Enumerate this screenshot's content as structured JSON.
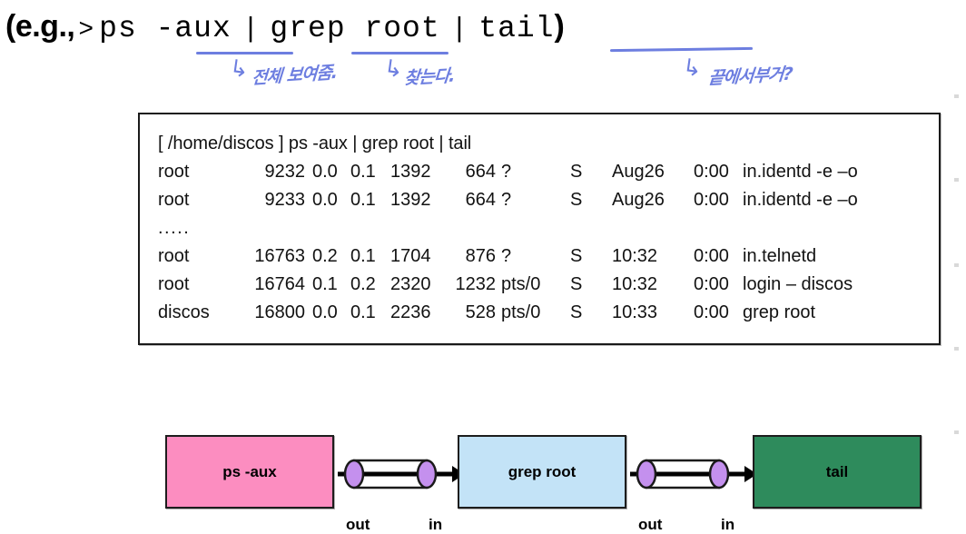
{
  "heading": {
    "prefix": "(e.g.,",
    "prompt": ">",
    "cmd1": "ps",
    "cmd1_arg": "-aux",
    "pipe1": "|",
    "cmd2": "grep",
    "cmd2_arg": "root",
    "pipe2": "|",
    "cmd3": "tail",
    "suffix": ")"
  },
  "annotations": {
    "pen_color": "#6d7ee0",
    "arrow_glyph": "↳",
    "note1": "전체 보여줌.",
    "note2": "찾는다.",
    "note3": "끝에서부거?"
  },
  "terminal": {
    "prompt_line": "[ /home/discos ] ps -aux | grep root | tail",
    "ellipsis": ".....",
    "rows": [
      {
        "user": "root",
        "pid": "9232",
        "cpu": "0.0",
        "mem": "0.1",
        "vsz": "1392",
        "rss": "664",
        "tty": "?",
        "stat": "S",
        "start": "Aug26",
        "time": "0:00",
        "command": "in.identd -e –o"
      },
      {
        "user": "root",
        "pid": "9233",
        "cpu": "0.0",
        "mem": "0.1",
        "vsz": "1392",
        "rss": "664",
        "tty": "?",
        "stat": "S",
        "start": "Aug26",
        "time": "0:00",
        "command": "in.identd -e –o"
      },
      {
        "user": "root",
        "pid": "16763",
        "cpu": "0.2",
        "mem": "0.1",
        "vsz": "1704",
        "rss": "876",
        "tty": "?",
        "stat": "S",
        "start": "10:32",
        "time": "0:00",
        "command": "in.telnetd"
      },
      {
        "user": "root",
        "pid": "16764",
        "cpu": "0.1",
        "mem": "0.2",
        "vsz": "2320",
        "rss": "1232",
        "tty": "pts/0",
        "stat": "S",
        "start": "10:32",
        "time": "0:00",
        "command": "login – discos"
      },
      {
        "user": "discos",
        "pid": "16800",
        "cpu": "0.0",
        "mem": "0.1",
        "vsz": "2236",
        "rss": "528",
        "tty": "pts/0",
        "stat": "S",
        "start": "10:33",
        "time": "0:00",
        "command": "grep root"
      }
    ]
  },
  "pipeline": {
    "boxes": [
      {
        "label": "ps -aux",
        "color": "#fc8dc0"
      },
      {
        "label": "grep root",
        "color": "#c3e3f7"
      },
      {
        "label": "tail",
        "color": "#2e8b5c"
      }
    ],
    "pipe_color": "#c490ee",
    "io_labels": {
      "out": "out",
      "in": "in"
    }
  }
}
